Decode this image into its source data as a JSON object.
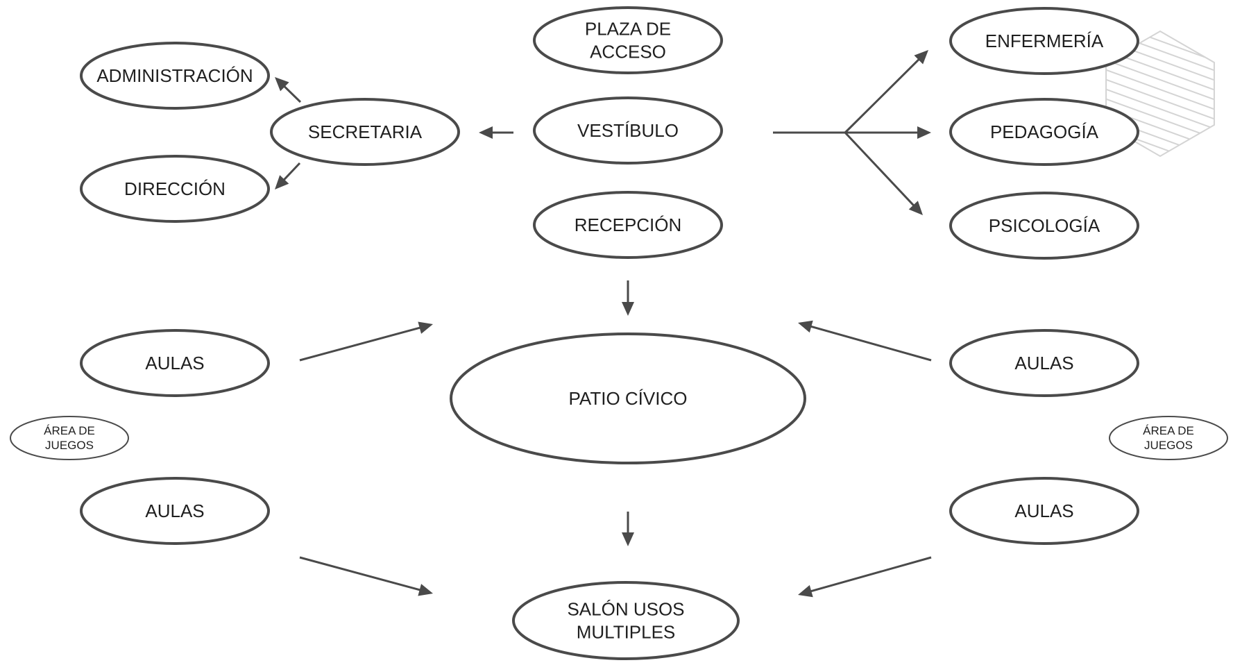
{
  "colors": {
    "stroke": "#4a4a4a",
    "text": "#1f1f1f",
    "background": "#ffffff",
    "decoration": "#d4d4d4"
  },
  "nodes": [
    {
      "id": "plaza-de-acceso",
      "lines": [
        "PLAZA DE",
        "ACCESO"
      ]
    },
    {
      "id": "vestibulo",
      "lines": [
        "VESTÍBULO"
      ]
    },
    {
      "id": "recepcion",
      "lines": [
        "RECEPCIÓN"
      ]
    },
    {
      "id": "secretaria",
      "lines": [
        "SECRETARIA"
      ]
    },
    {
      "id": "administracion",
      "lines": [
        "ADMINISTRACIÓN"
      ]
    },
    {
      "id": "direccion",
      "lines": [
        "DIRECCIÓN"
      ]
    },
    {
      "id": "enfermeria",
      "lines": [
        "ENFERMERÍA"
      ]
    },
    {
      "id": "pedagogia",
      "lines": [
        "PEDAGOGÍA"
      ]
    },
    {
      "id": "psicologia",
      "lines": [
        "PSICOLOGÍA"
      ]
    },
    {
      "id": "patio-civico",
      "lines": [
        "PATIO CÍVICO"
      ]
    },
    {
      "id": "aulas-left-top",
      "lines": [
        "AULAS"
      ]
    },
    {
      "id": "aulas-right-top",
      "lines": [
        "AULAS"
      ]
    },
    {
      "id": "aulas-left-bottom",
      "lines": [
        "AULAS"
      ]
    },
    {
      "id": "aulas-right-bottom",
      "lines": [
        "AULAS"
      ]
    },
    {
      "id": "area-de-juegos-left",
      "lines": [
        "ÁREA DE",
        "JUEGOS"
      ]
    },
    {
      "id": "area-de-juegos-right",
      "lines": [
        "ÁREA DE",
        "JUEGOS"
      ]
    },
    {
      "id": "salon-usos-multiples",
      "lines": [
        "SALÓN USOS",
        "MULTIPLES"
      ]
    }
  ],
  "edges": [
    {
      "from": "vestibulo",
      "to": "secretaria"
    },
    {
      "from": "secretaria",
      "to": "administracion"
    },
    {
      "from": "secretaria",
      "to": "direccion"
    },
    {
      "from": "vestibulo",
      "to": "enfermeria"
    },
    {
      "from": "vestibulo",
      "to": "pedagogia"
    },
    {
      "from": "vestibulo",
      "to": "psicologia"
    },
    {
      "from": "recepcion",
      "to": "patio-civico"
    },
    {
      "from": "aulas-left-top",
      "to": "patio-civico"
    },
    {
      "from": "aulas-right-top",
      "to": "patio-civico"
    },
    {
      "from": "patio-civico",
      "to": "salon-usos-multiples"
    },
    {
      "from": "aulas-left-bottom",
      "to": "salon-usos-multiples"
    },
    {
      "from": "aulas-right-bottom",
      "to": "salon-usos-multiples"
    }
  ]
}
